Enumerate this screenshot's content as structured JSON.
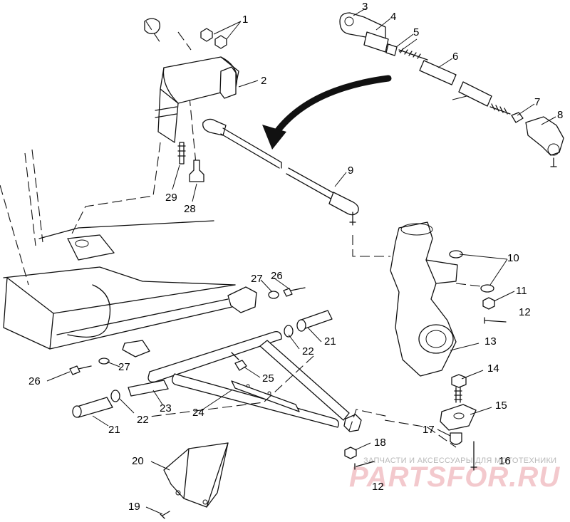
{
  "diagram": {
    "callouts": [
      {
        "label": "1"
      },
      {
        "label": "2"
      },
      {
        "label": "3"
      },
      {
        "label": "4"
      },
      {
        "label": "5"
      },
      {
        "label": "6"
      },
      {
        "label": "7"
      },
      {
        "label": "8"
      },
      {
        "label": "9"
      },
      {
        "label": "10"
      },
      {
        "label": "11"
      },
      {
        "label": "12"
      },
      {
        "label": "13"
      },
      {
        "label": "14"
      },
      {
        "label": "15"
      },
      {
        "label": "16"
      },
      {
        "label": "17"
      },
      {
        "label": "18"
      },
      {
        "label": "19"
      },
      {
        "label": "20"
      },
      {
        "label": "21"
      },
      {
        "label": "21"
      },
      {
        "label": "22"
      },
      {
        "label": "22"
      },
      {
        "label": "23"
      },
      {
        "label": "24"
      },
      {
        "label": "25"
      },
      {
        "label": "26"
      },
      {
        "label": "26"
      },
      {
        "label": "27"
      },
      {
        "label": "27"
      },
      {
        "label": "28"
      },
      {
        "label": "29"
      },
      {
        "label": "12"
      }
    ]
  },
  "watermark": {
    "top_text": "ЗАПЧАСТИ И АКСЕССУАРЫ ДЛЯ МОТОТЕХНИКИ",
    "logo_text": "PARTSFOR.RU"
  }
}
